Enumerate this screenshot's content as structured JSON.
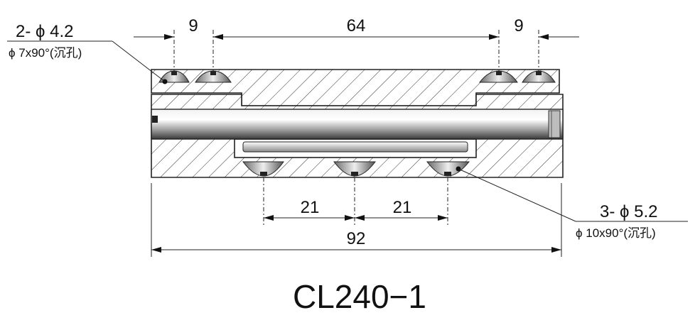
{
  "dimensions": {
    "top_left_pitch": "9",
    "top_center_span": "64",
    "top_right_pitch": "9",
    "bottom_left_pitch": "21",
    "bottom_right_pitch": "21",
    "overall_length": "92"
  },
  "callouts": {
    "top_holes": {
      "qty_dia": "2- ϕ 4.2",
      "countersink": "ϕ 7x90°(沉孔)"
    },
    "bottom_holes": {
      "qty_dia": "3- ϕ 5.2",
      "countersink": "ϕ 10x90°(沉孔)"
    }
  },
  "model": "CL240−1"
}
